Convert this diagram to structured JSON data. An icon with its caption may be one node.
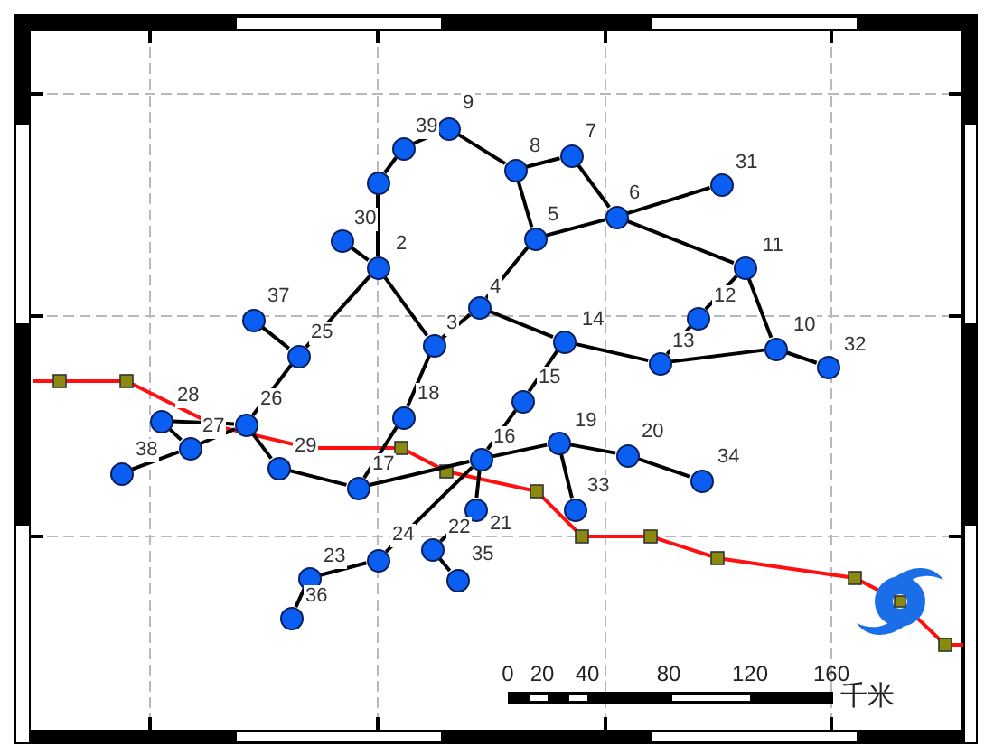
{
  "diagram": {
    "nodes": [
      {
        "text": [],
        "shape": "circle",
        "beside": [
          "9"
        ]
      },
      {
        "text": [],
        "shape": "circle",
        "beside": [
          "39"
        ]
      },
      {
        "text": [],
        "shape": "circle"
      },
      {
        "text": [],
        "shape": "circle",
        "beside": [
          "30"
        ]
      },
      {
        "text": [],
        "shape": "circle",
        "beside": [
          "2"
        ]
      },
      {
        "text": [],
        "shape": "circle",
        "beside": [
          "8"
        ]
      },
      {
        "text": [],
        "shape": "circle",
        "beside": [
          "7"
        ]
      },
      {
        "text": [],
        "shape": "circle",
        "beside": [
          "6"
        ]
      },
      {
        "text": [],
        "shape": "circle",
        "beside": [
          "31"
        ]
      },
      {
        "text": [],
        "shape": "circle",
        "beside": [
          "5"
        ]
      },
      {
        "text": [],
        "shape": "circle",
        "beside": [
          "11"
        ]
      },
      {
        "text": [],
        "shape": "circle",
        "beside": [
          "12"
        ]
      },
      {
        "text": [],
        "shape": "circle",
        "beside": [
          "14"
        ]
      },
      {
        "text": [],
        "shape": "circle",
        "beside": [
          "13"
        ]
      },
      {
        "text": [],
        "shape": "circle",
        "beside": [
          "10"
        ]
      },
      {
        "text": [],
        "shape": "circle",
        "beside": [
          "32"
        ]
      },
      {
        "text": [],
        "shape": "circle",
        "beside": [
          "4"
        ]
      },
      {
        "text": [],
        "shape": "circle",
        "beside": [
          "3"
        ]
      },
      {
        "text": [],
        "shape": "circle",
        "beside": [
          "37"
        ]
      },
      {
        "text": [],
        "shape": "circle",
        "beside": [
          "25"
        ]
      },
      {
        "text": [],
        "shape": "circle",
        "beside": [
          "18"
        ]
      },
      {
        "text": [],
        "shape": "circle",
        "beside": [
          "15"
        ]
      },
      {
        "text": [],
        "shape": "circle",
        "beside": [
          "26"
        ]
      },
      {
        "text": [],
        "shape": "circle",
        "beside": [
          "28"
        ]
      },
      {
        "text": [],
        "shape": "circle",
        "beside": [
          "27"
        ]
      },
      {
        "text": [],
        "shape": "circle",
        "beside": [
          "38"
        ]
      },
      {
        "text": [],
        "shape": "circle",
        "beside": [
          "29"
        ]
      },
      {
        "text": [],
        "shape": "circle",
        "beside": [
          "17"
        ]
      },
      {
        "text": [],
        "shape": "circle",
        "beside": [
          "16"
        ]
      },
      {
        "text": [],
        "shape": "circle",
        "beside": [
          "19"
        ]
      },
      {
        "text": [],
        "shape": "circle",
        "beside": [
          "20"
        ]
      },
      {
        "text": [],
        "shape": "circle",
        "beside": [
          "34"
        ]
      },
      {
        "text": [],
        "shape": "circle",
        "beside": [
          "33"
        ]
      },
      {
        "text": [],
        "shape": "circle",
        "beside": [
          "21"
        ]
      },
      {
        "text": [],
        "shape": "circle",
        "beside": [
          "22"
        ]
      },
      {
        "text": [],
        "shape": "circle",
        "beside": [
          "35"
        ]
      },
      {
        "text": [],
        "shape": "circle",
        "beside": [
          "24"
        ]
      },
      {
        "text": [],
        "shape": "circle",
        "beside": [
          "23"
        ]
      },
      {
        "text": [],
        "shape": "circle",
        "beside": [
          "36"
        ]
      }
    ],
    "edges": [
      {
        "from": 0,
        "to": 1,
        "arrow": "none"
      },
      {
        "from": 1,
        "to": 2,
        "arrow": "none"
      },
      {
        "from": 2,
        "to": 4,
        "arrow": "none"
      },
      {
        "from": 3,
        "to": 4,
        "arrow": "none"
      },
      {
        "from": 0,
        "to": 5,
        "arrow": "none"
      },
      {
        "from": 5,
        "to": 6,
        "arrow": "none"
      },
      {
        "from": 5,
        "to": 9,
        "arrow": "none"
      },
      {
        "from": 6,
        "to": 7,
        "arrow": "none"
      },
      {
        "from": 9,
        "to": 7,
        "arrow": "none"
      },
      {
        "from": 7,
        "to": 8,
        "arrow": "none"
      },
      {
        "from": 7,
        "to": 10,
        "arrow": "none"
      },
      {
        "from": 10,
        "to": 11,
        "arrow": "none"
      },
      {
        "from": 11,
        "to": 13,
        "arrow": "none"
      },
      {
        "from": 10,
        "to": 14,
        "arrow": "none"
      },
      {
        "from": 13,
        "to": 14,
        "arrow": "none"
      },
      {
        "from": 14,
        "to": 15,
        "arrow": "none"
      },
      {
        "from": 9,
        "to": 16,
        "arrow": "none"
      },
      {
        "from": 16,
        "to": 17,
        "arrow": "none"
      },
      {
        "from": 16,
        "to": 12,
        "arrow": "none"
      },
      {
        "from": 12,
        "to": 13,
        "arrow": "none"
      },
      {
        "from": 4,
        "to": 17,
        "arrow": "none"
      },
      {
        "from": 4,
        "to": 19,
        "arrow": "none"
      },
      {
        "from": 18,
        "to": 19,
        "arrow": "none"
      },
      {
        "from": 19,
        "to": 22,
        "arrow": "none"
      },
      {
        "from": 17,
        "to": 20,
        "arrow": "none"
      },
      {
        "from": 20,
        "to": 27,
        "arrow": "none"
      },
      {
        "from": 12,
        "to": 21,
        "arrow": "none"
      },
      {
        "from": 21,
        "to": 28,
        "arrow": "none"
      },
      {
        "from": 23,
        "to": 22,
        "arrow": "none"
      },
      {
        "from": 23,
        "to": 24,
        "arrow": "none"
      },
      {
        "from": 24,
        "to": 22,
        "arrow": "none"
      },
      {
        "from": 25,
        "to": 24,
        "arrow": "none"
      },
      {
        "from": 22,
        "to": 26,
        "arrow": "none"
      },
      {
        "from": 26,
        "to": 27,
        "arrow": "none"
      },
      {
        "from": 27,
        "to": 28,
        "arrow": "none"
      },
      {
        "from": 28,
        "to": 29,
        "arrow": "none"
      },
      {
        "from": 29,
        "to": 30,
        "arrow": "none"
      },
      {
        "from": 30,
        "to": 31,
        "arrow": "none"
      },
      {
        "from": 29,
        "to": 32,
        "arrow": "none"
      },
      {
        "from": 28,
        "to": 33,
        "arrow": "none"
      },
      {
        "from": 33,
        "to": 34,
        "arrow": "none"
      },
      {
        "from": 34,
        "to": 35,
        "arrow": "none"
      },
      {
        "from": 36,
        "to": 28,
        "arrow": "none"
      },
      {
        "from": 36,
        "to": 37,
        "arrow": "none"
      },
      {
        "from": 37,
        "to": 38,
        "arrow": "none"
      }
    ],
    "labels": [
      "0",
      "20",
      "40",
      "80",
      "120",
      "160",
      "千米"
    ]
  }
}
